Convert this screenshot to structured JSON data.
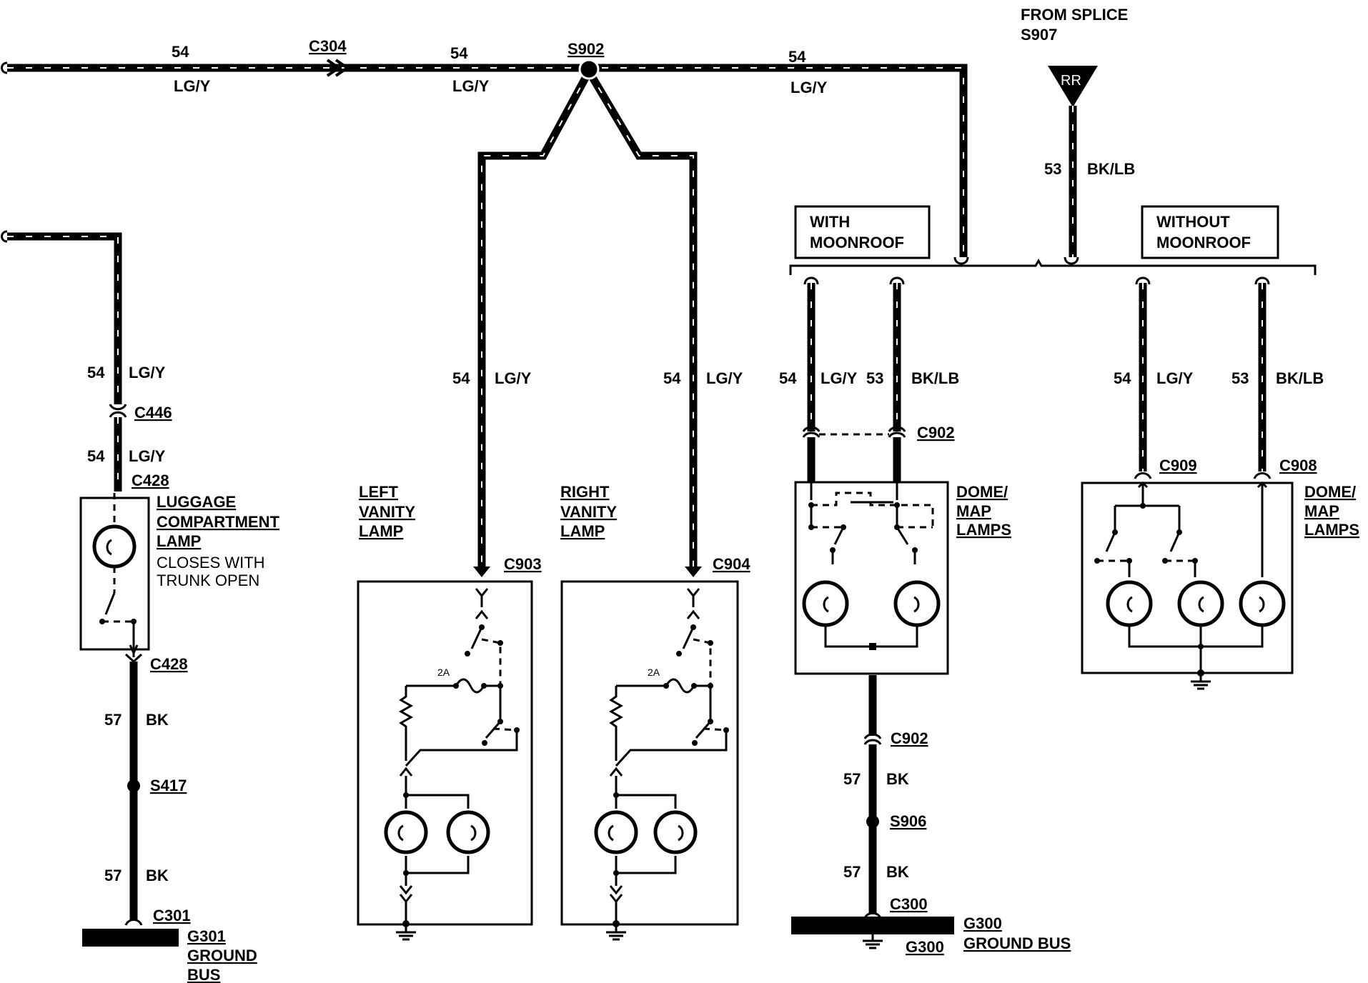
{
  "splice_source": {
    "line1": "FROM SPLICE",
    "line2": "S907",
    "symbol": "RR"
  },
  "top_wire": {
    "circuit_a": "54",
    "color_a": "LG/Y",
    "connector": "C304",
    "circuit_b": "54",
    "color_b": "LG/Y",
    "splice": "S902",
    "circuit_c": "54",
    "color_c": "LG/Y"
  },
  "feed_wire": {
    "circuit": "53",
    "color": "BK/LB"
  },
  "options": {
    "with_line1": "WITH",
    "with_line2": "MOONROOF",
    "without_line1": "WITHOUT",
    "without_line2": "MOONROOF"
  },
  "luggage": {
    "wire1_circuit": "54",
    "wire1_color": "LG/Y",
    "conn1": "C446",
    "wire2_circuit": "54",
    "wire2_color": "LG/Y",
    "conn_top": "C428",
    "title1": "LUGGAGE",
    "title2": "COMPARTMENT",
    "title3": "LAMP",
    "note1": "CLOSES WITH",
    "note2": "TRUNK OPEN",
    "conn_bottom": "C428",
    "wire3_circuit": "57",
    "wire3_color": "BK",
    "splice": "S417",
    "wire4_circuit": "57",
    "wire4_color": "BK",
    "conn_ground": "C301",
    "ground1": "G301",
    "ground2": "GROUND",
    "ground3": "BUS"
  },
  "left_vanity": {
    "circuit": "54",
    "color": "LG/Y",
    "title1": "LEFT",
    "title2": "VANITY",
    "title3": "LAMP",
    "connector": "C903",
    "fuse": "2A"
  },
  "right_vanity": {
    "circuit": "54",
    "color": "LG/Y",
    "title1": "RIGHT",
    "title2": "VANITY",
    "title3": "LAMP",
    "connector": "C904",
    "fuse": "2A"
  },
  "dome_with": {
    "wire_a_circuit": "54",
    "wire_a_color": "LG/Y",
    "wire_b_circuit": "53",
    "wire_b_color": "BK/LB",
    "connector": "C902",
    "title1": "DOME/",
    "title2": "MAP",
    "title3": "LAMPS",
    "conn_bottom": "C902",
    "wire3_circuit": "57",
    "wire3_color": "BK",
    "splice": "S906",
    "wire4_circuit": "57",
    "wire4_color": "BK",
    "conn_ground": "C300",
    "ground_bus1": "G300",
    "ground_bus2": "GROUND BUS",
    "ground_label": "G300"
  },
  "dome_without": {
    "wire_a_circuit": "54",
    "wire_a_color": "LG/Y",
    "wire_b_circuit": "53",
    "wire_b_color": "BK/LB",
    "connector_a": "C909",
    "connector_b": "C908",
    "title1": "DOME/",
    "title2": "MAP",
    "title3": "LAMPS"
  }
}
